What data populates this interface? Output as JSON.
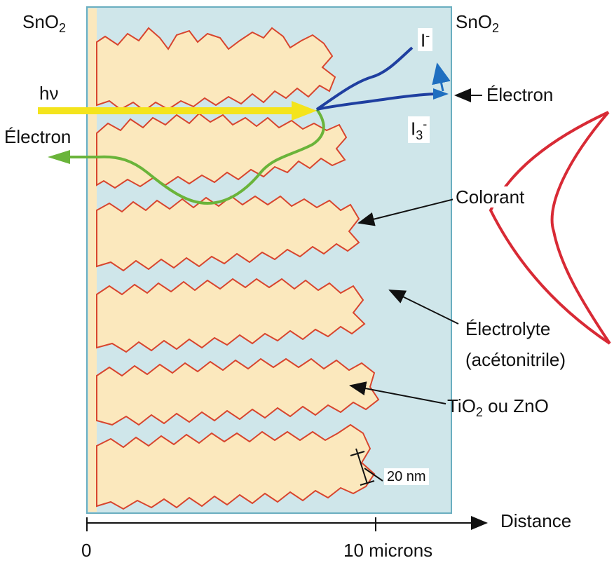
{
  "labels": {
    "sno2_left": "SnO",
    "sno2_left_sub": "2",
    "sno2_right": "SnO",
    "sno2_right_sub": "2",
    "i_minus": "I",
    "i_minus_sup": "-",
    "hv": "hν",
    "electron_right": "Électron",
    "i3_minus": "I",
    "i3_minus_sub": "3",
    "i3_minus_sup": "-",
    "electron_left": "Électron",
    "colorant": "Colorant",
    "electrolyte_line1": "Électrolyte",
    "electrolyte_line2": "(acétonitrile)",
    "tio2": "TiO",
    "tio2_sub": "2",
    "tio2_rest": " ou ZnO",
    "scale": "20 nm",
    "axis_label": "Distance",
    "tick_0": "0",
    "tick_10": "10 microns"
  },
  "colors": {
    "electrolyte_fill": "#cfe6ea",
    "electrolyte_stroke": "#6aaec0",
    "tio2_fill": "#fbe8bd",
    "tio2_stroke": "#d8452e",
    "light_arrow": "#f4e41c",
    "electron_path": "#6ab43a",
    "iodide_path": "#1f3fa0",
    "curve": "#d82a35",
    "black": "#111111"
  },
  "icons": {
    "light_arrow": "arrow-right-icon",
    "electron_arrow": "arrow-left-icon"
  }
}
